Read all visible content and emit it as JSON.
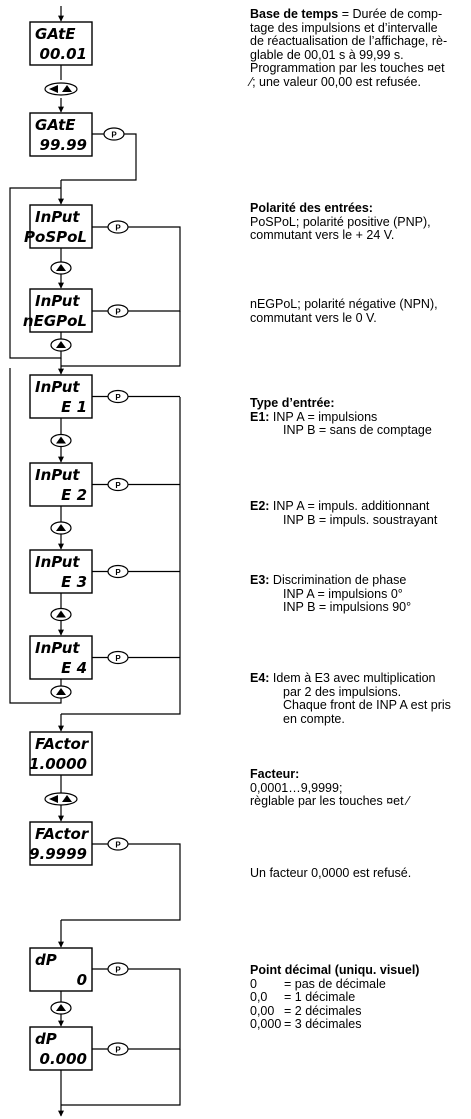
{
  "displays": [
    {
      "id": "gate-1",
      "top": "GAtE",
      "bottom": "00.01"
    },
    {
      "id": "gate-2",
      "top": "GAtE",
      "bottom": "99.99"
    },
    {
      "id": "input-pospol",
      "top": "InPut",
      "bottom": "PoSPoL"
    },
    {
      "id": "input-negpol",
      "top": "InPut",
      "bottom": "nEGPoL"
    },
    {
      "id": "input-e1",
      "top": "InPut",
      "bottom": "E 1"
    },
    {
      "id": "input-e2",
      "top": "InPut",
      "bottom": "E 2"
    },
    {
      "id": "input-e3",
      "top": "InPut",
      "bottom": "E 3"
    },
    {
      "id": "input-e4",
      "top": "InPut",
      "bottom": "E 4"
    },
    {
      "id": "factor-1",
      "top": "FActor",
      "bottom": "1.0000"
    },
    {
      "id": "factor-2",
      "top": "FActor",
      "bottom": "9.9999"
    },
    {
      "id": "dp-1",
      "top": "dP",
      "bottom": "0"
    },
    {
      "id": "dp-2",
      "top": "dP",
      "bottom": "0.000"
    }
  ],
  "p_key_label": "P",
  "sections": {
    "gate": {
      "title": "Base de temps",
      "lines": [
        " = Durée de comp-",
        "tage des impulsions et d’intervalle",
        "de réactualisation de l’affichage, rè-",
        "glable de 00,01 s à 99,99 s.",
        "Programmation par les touches ¤et",
        "⁄; une valeur 00,00 est refusée."
      ]
    },
    "polarity": {
      "title": "Polarité des entrées:",
      "pos_lines": [
        "PoSPoL; polarité positive (PNP),",
        "commutant vers le + 24 V."
      ],
      "neg_lines": [
        "nEGPoL; polarité négative (NPN),",
        "commutant vers le 0 V."
      ]
    },
    "input_type": {
      "title": "Type d’entrée:",
      "e1": {
        "label": "E1:",
        "line1": " INP A = impulsions",
        "line2": "INP B = sans de comptage"
      },
      "e2": {
        "label": "E2:",
        "line1": " INP A = impuls. additionnant",
        "line2": "INP B = impuls. soustrayant"
      },
      "e3": {
        "label": "E3:",
        "line1": " Discrimination de phase",
        "line2": "INP A = impulsions 0°",
        "line3": "INP B = impulsions 90°"
      },
      "e4": {
        "label": "E4:",
        "line1": " Idem à E3 avec multiplication",
        "line2": "par 2 des impulsions.",
        "line3": "Chaque front de INP A est pris",
        "line4": "en compte."
      }
    },
    "factor": {
      "title": "Facteur:",
      "lines": [
        "0,0001…9,9999;",
        "règlable par les touches ¤et ⁄"
      ],
      "refused": "Un facteur 0,0000 est refusé."
    },
    "dp": {
      "title": "Point décimal (uniqu. visuel)",
      "rows": [
        {
          "value": "0",
          "text": "= pas de décimale"
        },
        {
          "value": "0,0",
          "text": "= 1 décimale"
        },
        {
          "value": "0,00",
          "text": "= 2 décimales"
        },
        {
          "value": "0,000",
          "text": "= 3 décimales"
        }
      ]
    }
  }
}
